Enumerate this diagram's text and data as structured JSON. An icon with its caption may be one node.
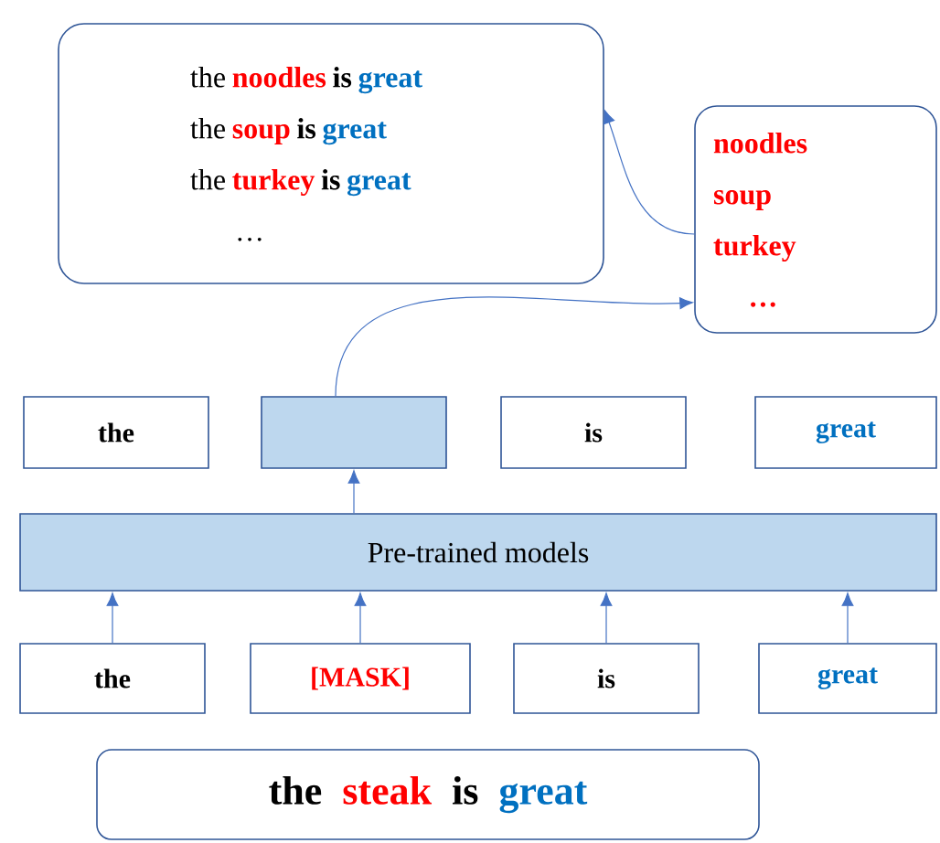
{
  "diagram": {
    "nodes": [
      {
        "text": [
          "the",
          "noodles",
          "is",
          "great",
          "the",
          "soup",
          "is",
          "great",
          "the",
          "turkey",
          "is",
          "great",
          "…"
        ]
      },
      {
        "text": [
          "noodles",
          "soup",
          "turkey",
          "…"
        ]
      },
      {
        "text": [
          "the"
        ]
      },
      {
        "text": [],
        "shape": "box"
      },
      {
        "text": [
          "is"
        ]
      },
      {
        "text": [
          "great"
        ]
      },
      {
        "text": [
          "Pre-trained models"
        ]
      },
      {
        "text": [
          "the"
        ]
      },
      {
        "text": [
          "[MASK]"
        ]
      },
      {
        "text": [
          "is"
        ]
      },
      {
        "text": [
          "great"
        ]
      },
      {
        "text": [
          "the",
          "steak",
          "is",
          "great"
        ]
      }
    ],
    "edges": [
      {
        "from": 7,
        "to": 6,
        "arrow": "to"
      },
      {
        "from": 8,
        "to": 6,
        "arrow": "to"
      },
      {
        "from": 9,
        "to": 6,
        "arrow": "to"
      },
      {
        "from": 10,
        "to": 6,
        "arrow": "to"
      },
      {
        "from": 6,
        "to": 3,
        "arrow": "to"
      },
      {
        "from": 3,
        "to": 1,
        "arrow": "to"
      },
      {
        "from": 1,
        "to": 0,
        "arrow": "to"
      }
    ]
  }
}
